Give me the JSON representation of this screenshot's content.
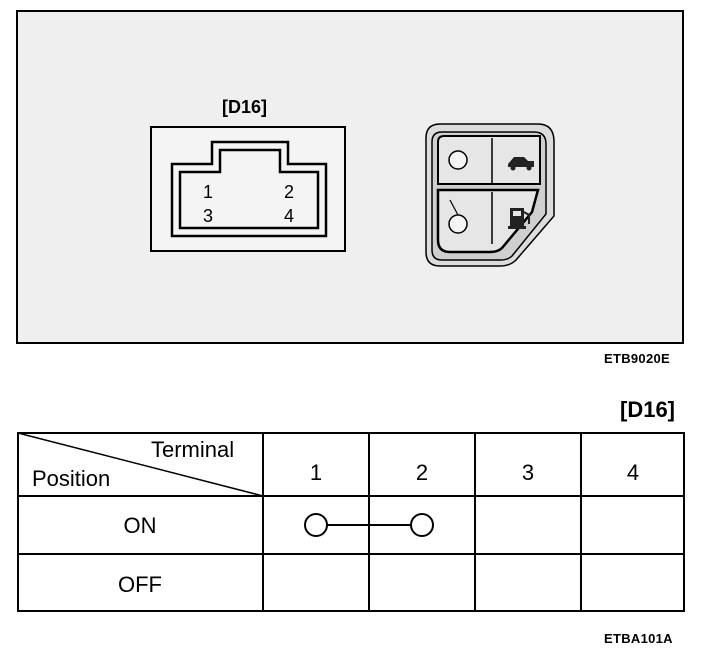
{
  "figure": {
    "connector_label": "[D16]",
    "pins": [
      "1",
      "2",
      "3",
      "4"
    ],
    "code": "ETB9020E"
  },
  "table": {
    "tag": "[D16]",
    "header_terminal": "Terminal",
    "header_position": "Position",
    "columns": [
      "1",
      "2",
      "3",
      "4"
    ],
    "rows": [
      {
        "position": "ON",
        "connected_terminals": [
          "1",
          "2"
        ]
      },
      {
        "position": "OFF",
        "connected_terminals": []
      }
    ],
    "code": "ETBA101A"
  }
}
